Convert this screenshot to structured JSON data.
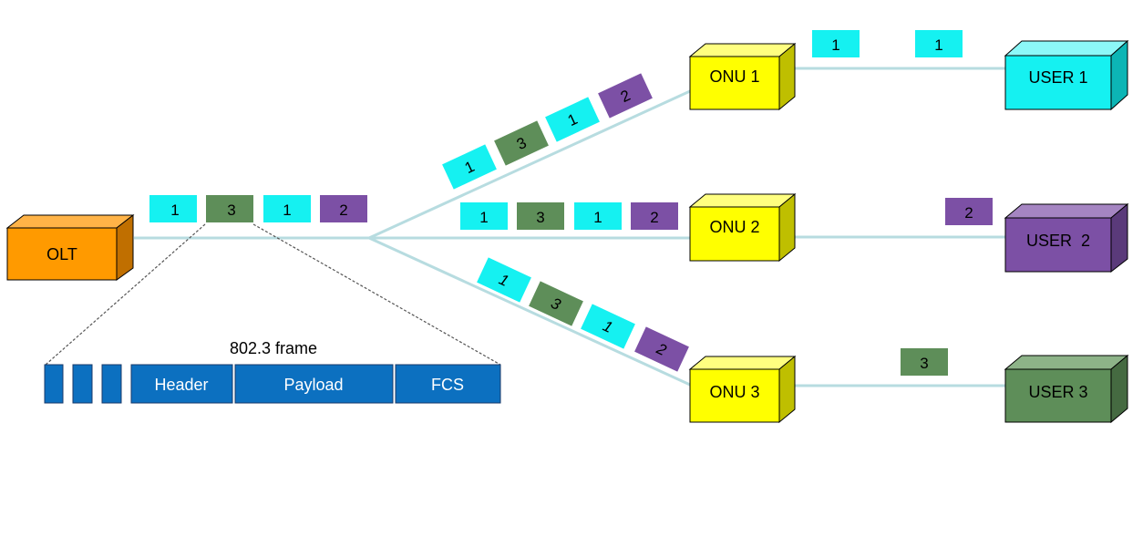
{
  "colors": {
    "cyan": "#15F1F1",
    "green": "#5E8E59",
    "purple": "#7C50A5",
    "orange": "#FF9A00",
    "yellow": "#FFFF00",
    "blue": "#0C70C0",
    "link": "#B7DCE0"
  },
  "devices": {
    "olt": {
      "label": "OLT",
      "color": "orange"
    },
    "onus": [
      {
        "label": "ONU 1"
      },
      {
        "label": "ONU 2"
      },
      {
        "label": "ONU 3"
      }
    ],
    "users": [
      {
        "label": "USER 1",
        "color": "cyan"
      },
      {
        "label": "USER  2",
        "color": "purple"
      },
      {
        "label": "USER 3",
        "color": "green"
      }
    ]
  },
  "packets": {
    "trunk": [
      "1",
      "3",
      "1",
      "2"
    ],
    "branch_onu1": [
      "1",
      "3",
      "1",
      "2"
    ],
    "branch_onu2": [
      "1",
      "3",
      "1",
      "2"
    ],
    "branch_onu3": [
      "1",
      "3",
      "1",
      "2"
    ],
    "user1": [
      "1",
      "1"
    ],
    "user2": [
      "2"
    ],
    "user3": [
      "3"
    ]
  },
  "frame": {
    "title": "802.3 frame",
    "fields": [
      "Header",
      "Payload",
      "FCS"
    ]
  }
}
